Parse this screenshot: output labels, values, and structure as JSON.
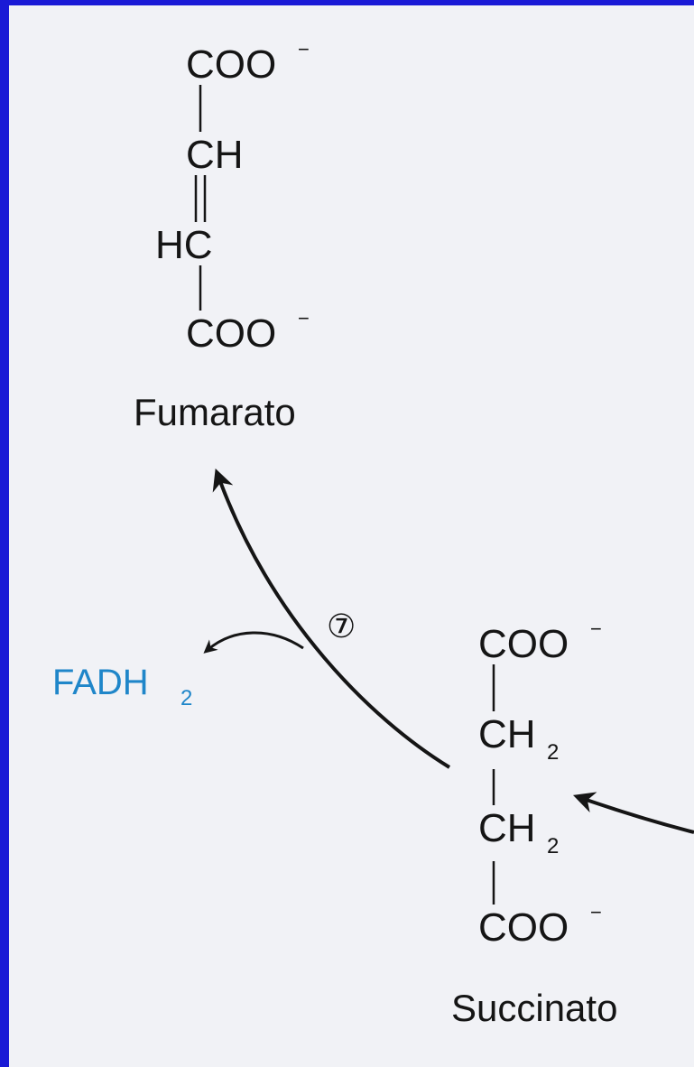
{
  "fumarate": {
    "top_group": "COO",
    "charge_top": "−",
    "ch_group": "CH",
    "hc_group": "HC",
    "bottom_group": "COO",
    "charge_bottom": "−",
    "name": "Fumarato"
  },
  "succinate": {
    "top_group": "COO",
    "charge_top": "−",
    "ch2_group_1": "CH",
    "ch2_sub_1": "2",
    "ch2_group_2": "CH",
    "ch2_sub_2": "2",
    "bottom_group": "COO",
    "charge_bottom": "−",
    "name": "Succinato"
  },
  "reaction": {
    "step_number": "⑦",
    "product_base": "FADH",
    "product_sub": "2"
  },
  "colors": {
    "border": "#1a1ad6",
    "paper": "#f1f2f6",
    "ink": "#151515",
    "fadh2": "#1f86c9"
  }
}
